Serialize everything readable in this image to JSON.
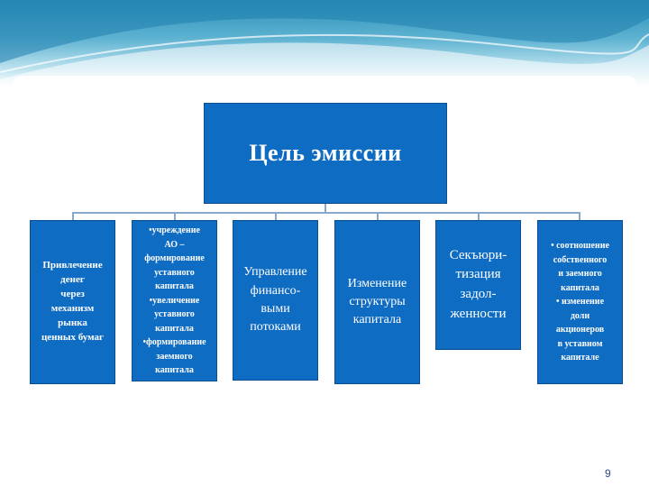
{
  "slide": {
    "page_number": "9",
    "colors": {
      "box_fill": "#0f6cc3",
      "header_gradient_top": "#2a8fb8",
      "connector": "#8aa7cc"
    }
  },
  "diagram": {
    "root": {
      "label": "Цель эмиссии"
    },
    "children": [
      {
        "lines": [
          "Привлечение",
          "денег",
          "через",
          "механизм",
          "рынка",
          "ценных бумаг"
        ]
      },
      {
        "lines": [
          "•учреждение",
          "АО –",
          "формирование",
          "уставного",
          "капитала",
          "•увеличение",
          "уставного",
          "капитала",
          "•формирование",
          "заемного",
          "капитала"
        ]
      },
      {
        "lines": [
          "Управление",
          "финансо-",
          "выми",
          "потоками"
        ]
      },
      {
        "lines": [
          "Изменение",
          "структуры",
          "капитала"
        ]
      },
      {
        "lines": [
          "Секъюри-",
          "тизация",
          "задол-",
          "женности"
        ]
      },
      {
        "lines": [
          "• соотношение",
          "собственного",
          "и заемного",
          "капитала",
          "• изменение",
          "доли",
          "акционеров",
          "в уставном",
          "капитале"
        ]
      }
    ]
  }
}
